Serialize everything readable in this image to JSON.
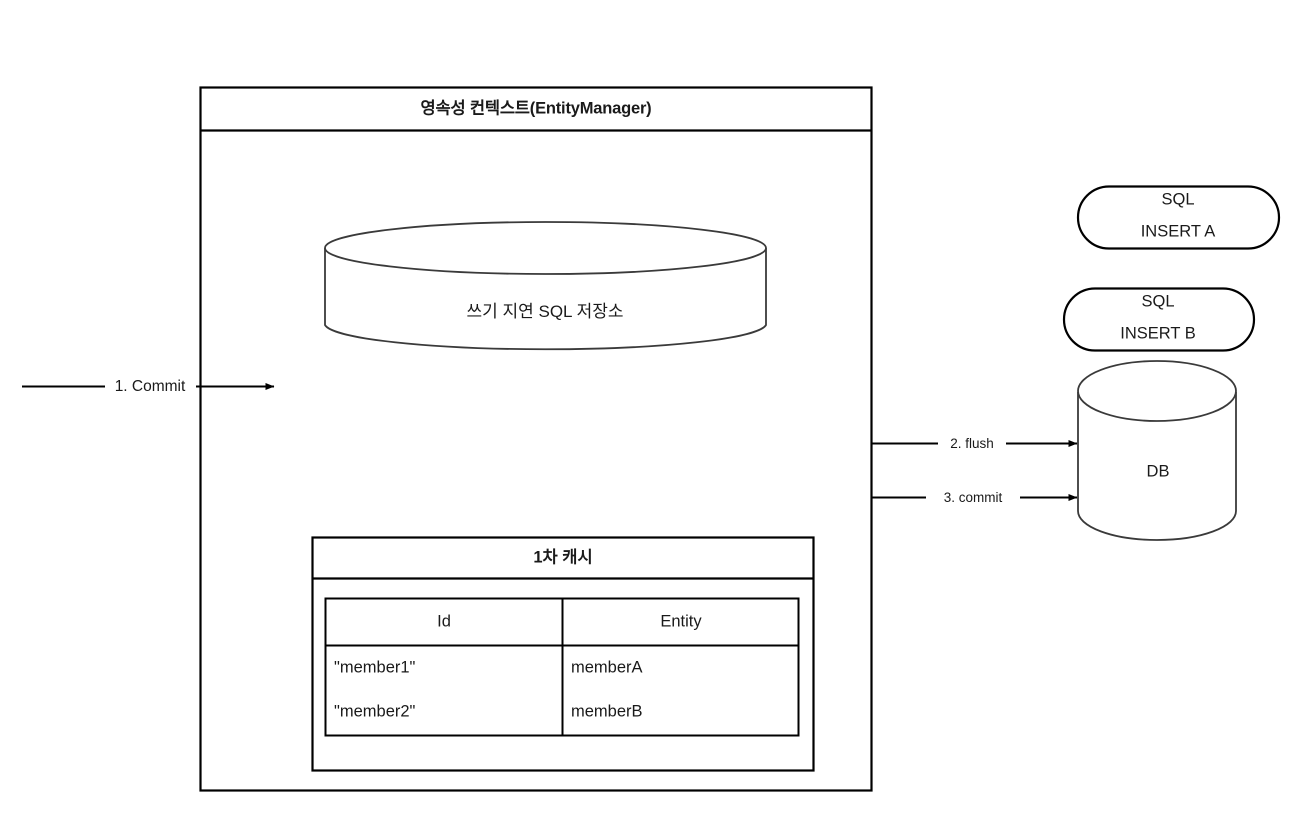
{
  "diagram": {
    "title": "영속성 컨텍스트(EntityManager)",
    "background_color": "#ffffff",
    "stroke_color": "#000000"
  },
  "persistence_context": {
    "title": "영속성 컨텍스트(EntityManager)",
    "write_behind_store": {
      "label": "쓰기  지연 SQL 저장소",
      "shape": "cylinder"
    },
    "first_level_cache": {
      "title": "1차 캐시",
      "columns": [
        "Id",
        "Entity"
      ],
      "rows": [
        {
          "id": "\"member1\"",
          "entity": "memberA"
        },
        {
          "id": "\"member2\"",
          "entity": "memberB"
        }
      ]
    }
  },
  "sql_statements": [
    {
      "line1": "SQL",
      "line2": "INSERT A",
      "shape": "rounded-rect"
    },
    {
      "line1": "SQL",
      "line2": "INSERT B",
      "shape": "rounded-rect"
    }
  ],
  "database": {
    "label": "DB",
    "shape": "cylinder"
  },
  "flows": [
    {
      "label": "1. Commit",
      "from": "outside",
      "to": "persistence-context"
    },
    {
      "label": "2. flush",
      "from": "persistence-context",
      "to": "database"
    },
    {
      "label": "3. commit",
      "from": "persistence-context",
      "to": "database"
    }
  ]
}
